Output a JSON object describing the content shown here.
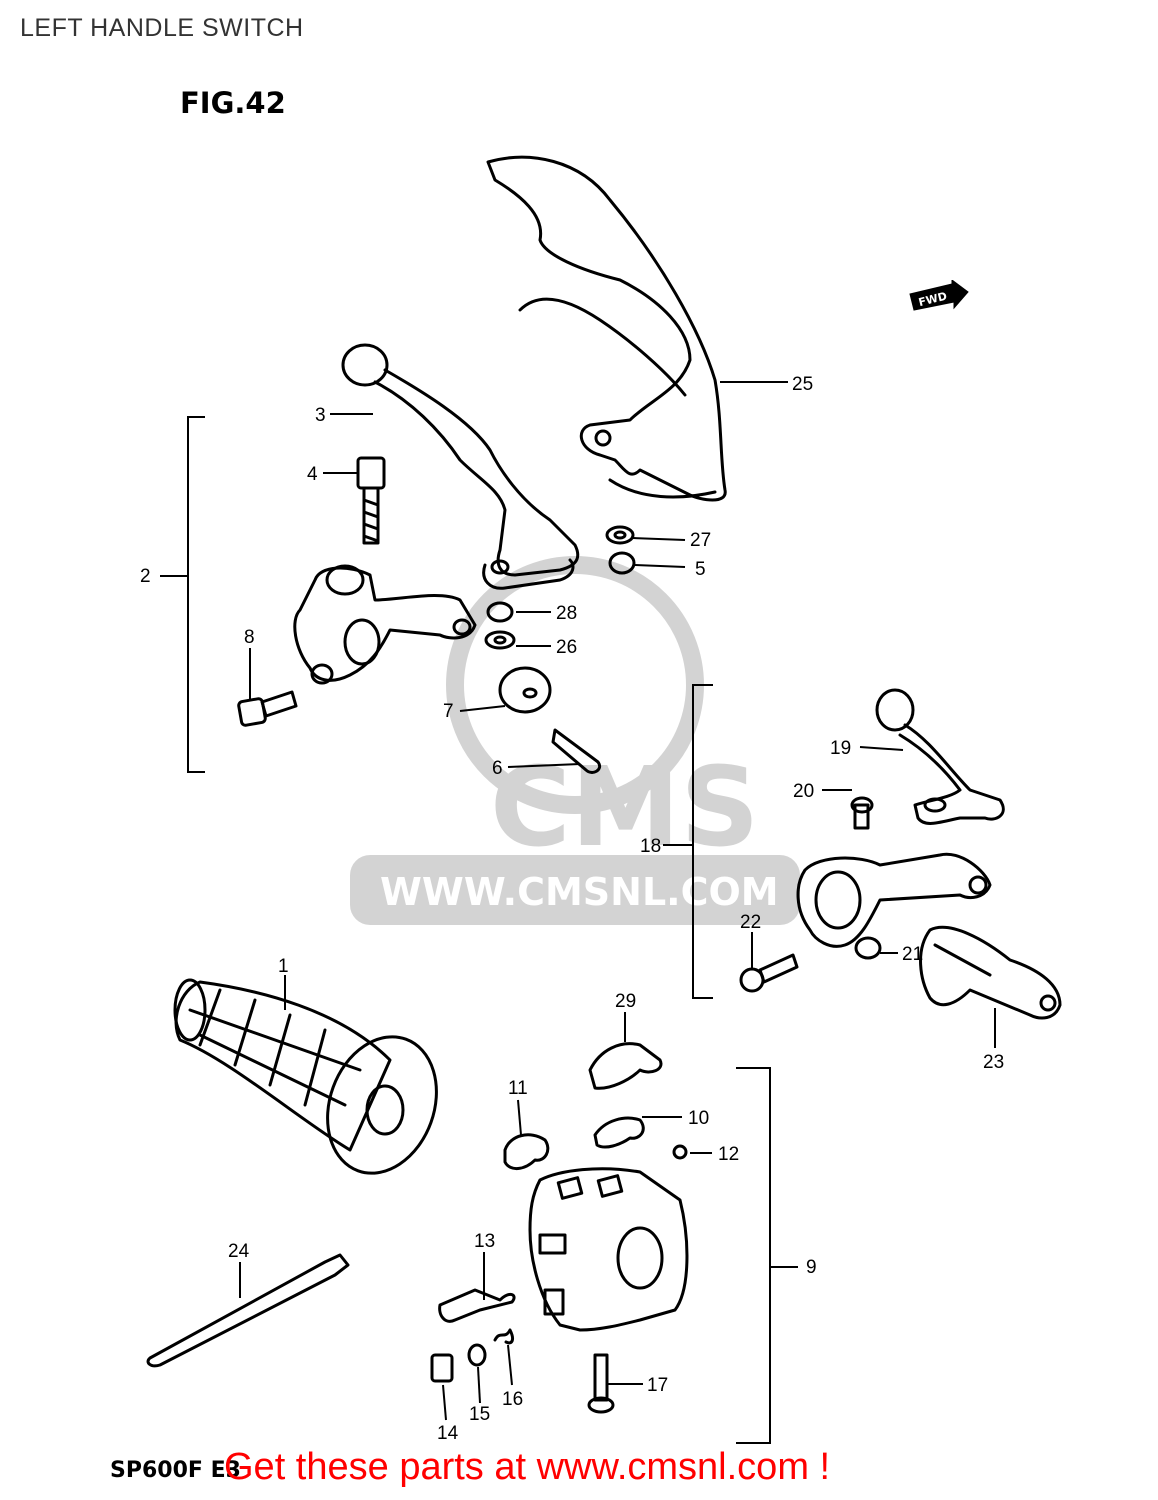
{
  "header": {
    "title": "LEFT HANDLE SWITCH"
  },
  "figure": {
    "label": "FIG.42",
    "model": "SP600F E3",
    "fwd_label": "FWD"
  },
  "watermark": {
    "brand": "CMS",
    "url": "WWW.CMSNL.COM"
  },
  "promo": {
    "text": "Get these parts at www.cmsnl.com !"
  },
  "callouts": [
    {
      "n": "1"
    },
    {
      "n": "2"
    },
    {
      "n": "3"
    },
    {
      "n": "4"
    },
    {
      "n": "5"
    },
    {
      "n": "6"
    },
    {
      "n": "7"
    },
    {
      "n": "8"
    },
    {
      "n": "9"
    },
    {
      "n": "10"
    },
    {
      "n": "11"
    },
    {
      "n": "12"
    },
    {
      "n": "13"
    },
    {
      "n": "14"
    },
    {
      "n": "15"
    },
    {
      "n": "16"
    },
    {
      "n": "17"
    },
    {
      "n": "18"
    },
    {
      "n": "19"
    },
    {
      "n": "20"
    },
    {
      "n": "21"
    },
    {
      "n": "22"
    },
    {
      "n": "23"
    },
    {
      "n": "24"
    },
    {
      "n": "25"
    },
    {
      "n": "26"
    },
    {
      "n": "27"
    },
    {
      "n": "28"
    },
    {
      "n": "29"
    }
  ],
  "colors": {
    "promo": "#ff0000",
    "ink": "#000000",
    "title": "#333333"
  }
}
